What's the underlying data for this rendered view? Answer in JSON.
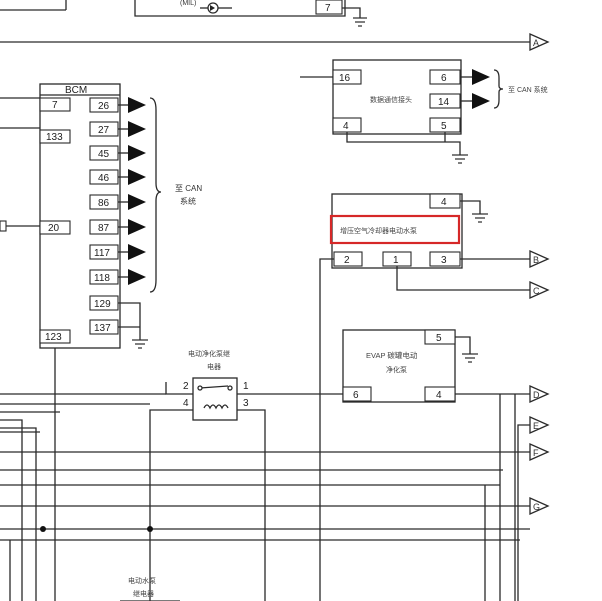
{
  "top_block": {
    "label": "(MIL)",
    "pin": "7"
  },
  "connectors": {
    "A": "A",
    "B": "B",
    "C": "C",
    "D": "D",
    "E": "E",
    "F": "F",
    "G": "G"
  },
  "bcm": {
    "title": "BCM",
    "left_pins": [
      "7",
      "133",
      "20",
      "123"
    ],
    "right_pins": [
      "26",
      "27",
      "45",
      "46",
      "86",
      "87",
      "117",
      "118",
      "129",
      "137"
    ],
    "bus_label_line1": "至 CAN",
    "bus_label_line2": "系统"
  },
  "data_link": {
    "name": "数据通信接头",
    "pins": [
      "16",
      "6",
      "14",
      "4",
      "5"
    ],
    "bus_label": "至 CAN 系统"
  },
  "water_pump": {
    "name": "增压空气冷却器电动水泵",
    "pins": [
      "4",
      "2",
      "1",
      "3"
    ],
    "highlight_color": "#d62828"
  },
  "relay1": {
    "name_line1": "电动净化泵继",
    "name_line2": "电器",
    "pins": [
      "2",
      "1",
      "4",
      "3"
    ]
  },
  "evap": {
    "name_line1": "EVAP 碳罐电动",
    "name_line2": "净化泵",
    "pins": [
      "5",
      "6",
      "4"
    ]
  },
  "relay2": {
    "name_line1": "电动水泵",
    "name_line2": "继电器"
  }
}
